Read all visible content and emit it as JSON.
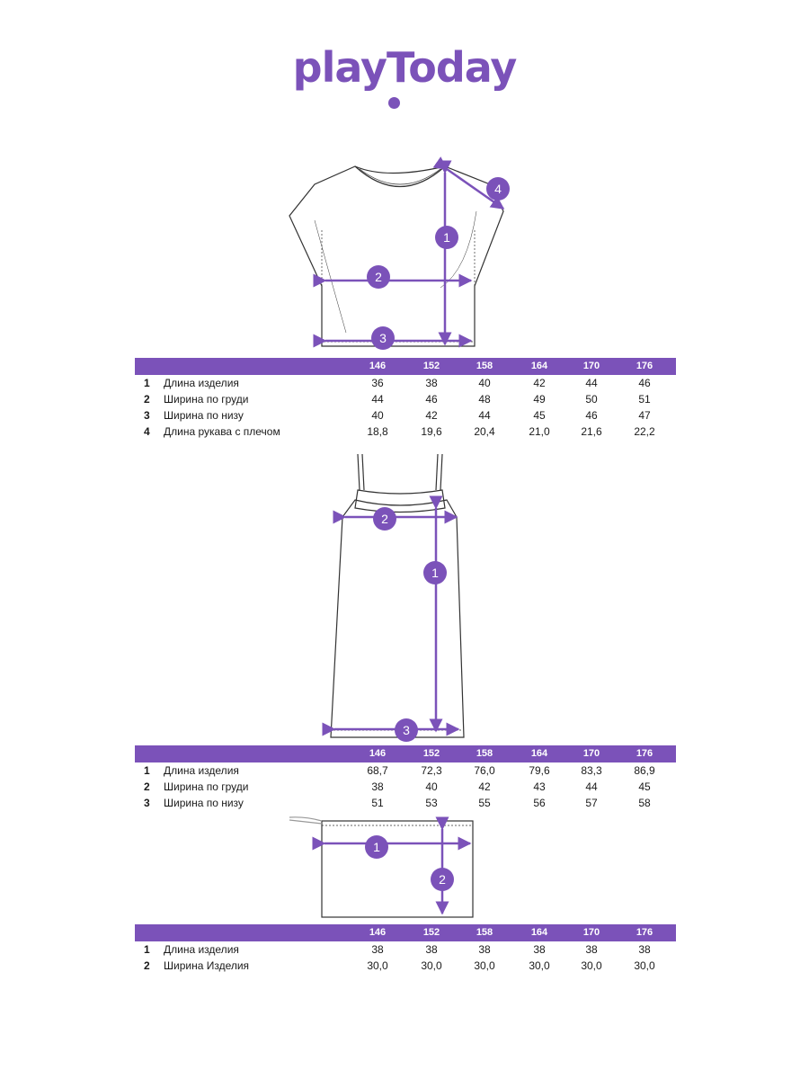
{
  "brand": {
    "logo_text": "playToday",
    "accent_color": "#7b52b9"
  },
  "markers": {
    "m1": "1",
    "m2": "2",
    "m3": "3",
    "m4": "4"
  },
  "tables": [
    {
      "sizes": [
        "146",
        "152",
        "158",
        "164",
        "170",
        "176"
      ],
      "rows": [
        {
          "num": "1",
          "name": "Длина изделия",
          "values": [
            "36",
            "38",
            "40",
            "42",
            "44",
            "46"
          ]
        },
        {
          "num": "2",
          "name": "Ширина по груди",
          "values": [
            "44",
            "46",
            "48",
            "49",
            "50",
            "51"
          ]
        },
        {
          "num": "3",
          "name": "Ширина по низу",
          "values": [
            "40",
            "42",
            "44",
            "45",
            "46",
            "47"
          ]
        },
        {
          "num": "4",
          "name": "Длина рукава с плечом",
          "values": [
            "18,8",
            "19,6",
            "20,4",
            "21,0",
            "21,6",
            "22,2"
          ]
        }
      ]
    },
    {
      "sizes": [
        "146",
        "152",
        "158",
        "164",
        "170",
        "176"
      ],
      "rows": [
        {
          "num": "1",
          "name": "Длина изделия",
          "values": [
            "68,7",
            "72,3",
            "76,0",
            "79,6",
            "83,3",
            "86,9"
          ]
        },
        {
          "num": "2",
          "name": "Ширина по груди",
          "values": [
            "38",
            "40",
            "42",
            "43",
            "44",
            "45"
          ]
        },
        {
          "num": "3",
          "name": "Ширина по низу",
          "values": [
            "51",
            "53",
            "55",
            "56",
            "57",
            "58"
          ]
        }
      ]
    },
    {
      "sizes": [
        "146",
        "152",
        "158",
        "164",
        "170",
        "176"
      ],
      "rows": [
        {
          "num": "1",
          "name": "Длина изделия",
          "values": [
            "38",
            "38",
            "38",
            "38",
            "38",
            "38"
          ]
        },
        {
          "num": "2",
          "name": "Ширина Изделия",
          "values": [
            "30,0",
            "30,0",
            "30,0",
            "30,0",
            "30,0",
            "30,0"
          ]
        }
      ]
    }
  ]
}
